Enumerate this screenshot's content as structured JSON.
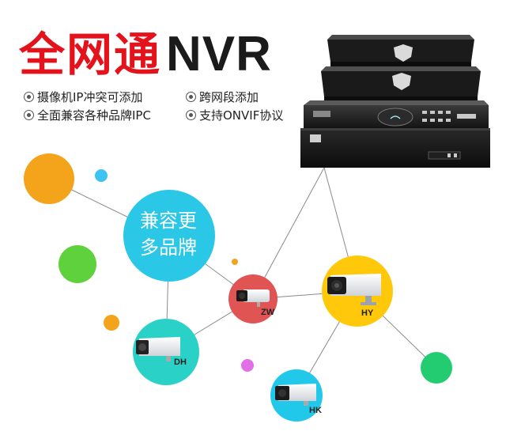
{
  "title": {
    "chinese": "全网通",
    "english": "NVR"
  },
  "features": [
    "摄像机IP冲突可添加",
    "跨网段添加",
    "全面兼容各种品牌IPC",
    "支持ONVIF协议"
  ],
  "hub": {
    "line1": "兼容更",
    "line2": "多品牌"
  },
  "cameras": {
    "zw": "ZW",
    "hy": "HY",
    "dh": "DH",
    "hk": "HK"
  },
  "colors": {
    "title_red": "#e4131b",
    "hub_cyan": "#2ac7e6",
    "zw_red": "#e05454",
    "hy_yellow": "#ffc80a",
    "dh_teal": "#2ad1c6",
    "hk_cyan": "#22c8ea",
    "orange": "#f3a41b",
    "green": "#5fd13c",
    "emerald": "#23cc70",
    "light_blue": "#3ec3f3",
    "pink": "#e36ee8"
  }
}
